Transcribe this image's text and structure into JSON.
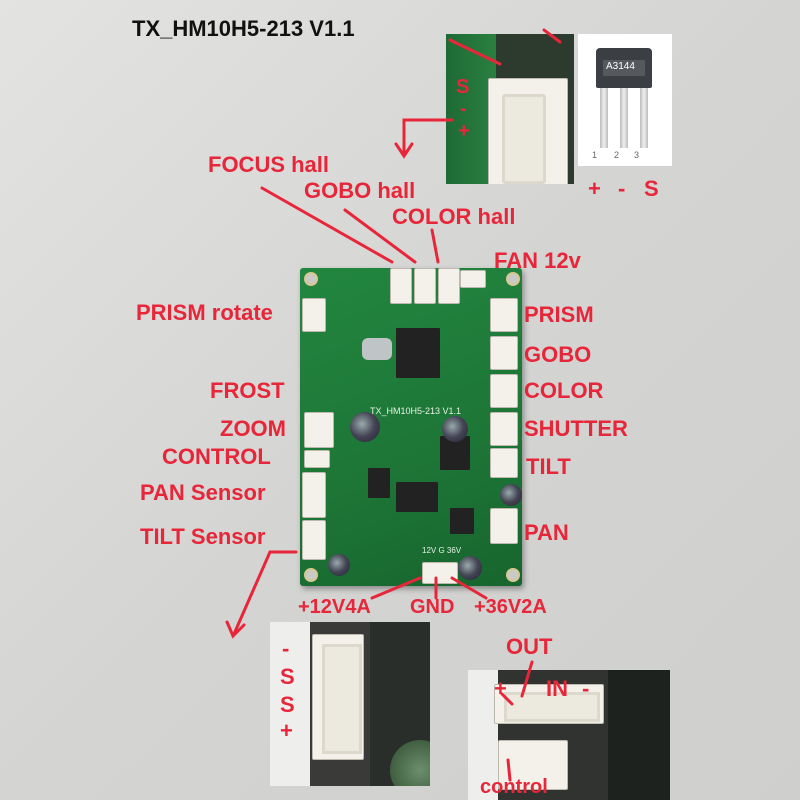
{
  "title": "TX_HM10H5-213 V1.1",
  "board_silkscreen": "TX_HM10H5-213 V1.1",
  "sensor": {
    "part": "A3144",
    "pins": [
      "1",
      "2",
      "3"
    ],
    "pin_labels": [
      "+",
      "-",
      "S"
    ]
  },
  "top_inset_labels": [
    "S",
    "-",
    "+"
  ],
  "labels": {
    "focus_hall": "FOCUS hall",
    "gobo_hall": "GOBO hall",
    "color_hall": "COLOR hall",
    "fan": "FAN 12v",
    "prism_rotate": "PRISM rotate",
    "prism": "PRISM",
    "gobo": "GOBO",
    "frost": "FROST",
    "color": "COLOR",
    "zoom": "ZOOM",
    "shutter": "SHUTTER",
    "control": "CONTROL",
    "tilt": "TILT",
    "pan_sensor": "PAN Sensor",
    "tilt_sensor": "TILT Sensor",
    "pan": "PAN",
    "p12v": "+12V4A",
    "gnd": "GND",
    "p36v": "+36V2A",
    "out": "OUT",
    "in_plus": "+",
    "in": "IN",
    "in_minus": "-",
    "control_bottom": "control"
  },
  "bottom_left_inset_labels": [
    "-",
    "S",
    "S",
    "+"
  ],
  "power_silkscreen": "12V G 36V",
  "colors": {
    "annotation": "#e8263a",
    "pcb": "#1f7a3a",
    "connector": "#f3f1ea"
  }
}
